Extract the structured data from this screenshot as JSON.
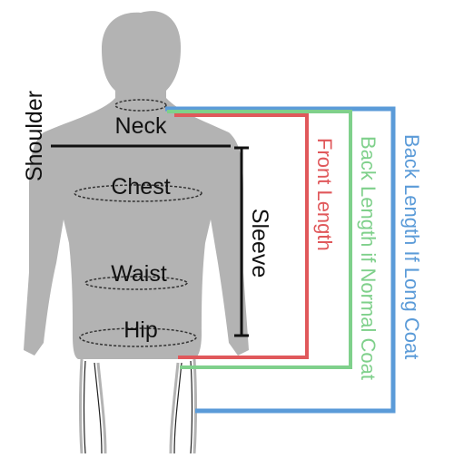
{
  "labels": {
    "shoulder": "Shoulder",
    "neck": "Neck",
    "chest": "Chest",
    "waist": "Waist",
    "hip": "Hip",
    "sleeve": "Sleeve",
    "front_length": "Front Length",
    "back_length_normal": "Back Length if Normal Coat",
    "back_length_long": "Back Length If Long Coat"
  },
  "colors": {
    "body": "#b3b3b3",
    "front_length": "#e0585b",
    "back_length_normal": "#7fd08b",
    "back_length_long": "#5b9bd8",
    "text": "#111111"
  }
}
